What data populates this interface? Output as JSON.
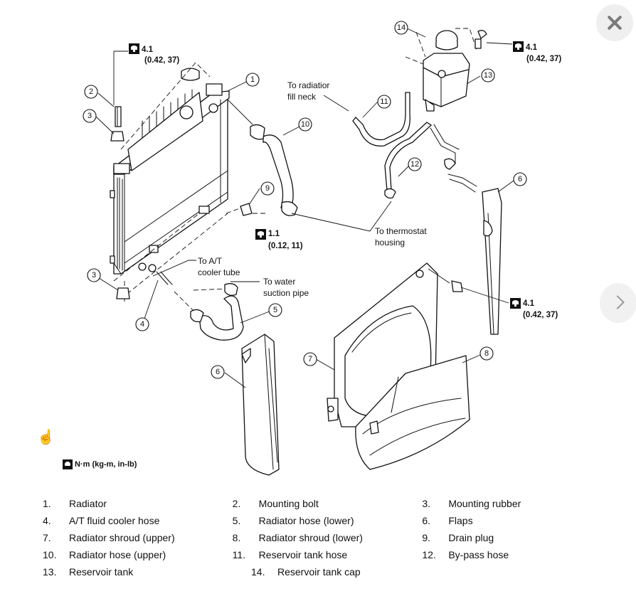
{
  "callouts": [
    "1",
    "2",
    "3",
    "3",
    "4",
    "5",
    "6",
    "6",
    "7",
    "8",
    "9",
    "10",
    "11",
    "12",
    "13",
    "14"
  ],
  "annotations": {
    "fill_neck": [
      "To radiatior",
      "fill neck"
    ],
    "thermostat": [
      "To thermostat",
      "housing"
    ],
    "at_cooler": [
      "To A/T",
      "cooler tube"
    ],
    "water_suction": [
      "To water",
      "suction pipe"
    ]
  },
  "torques": {
    "radiator_bolt": {
      "value": "4.1",
      "detail": "(0.42, 37)"
    },
    "tank_bolt": {
      "value": "4.1",
      "detail": "(0.42, 37)"
    },
    "drain_plug": {
      "value": "1.1",
      "detail": "(0.12, 11)"
    },
    "shroud_bolt": {
      "value": "4.1",
      "detail": "(0.42, 37)"
    }
  },
  "torque_legend": "N·m (kg-m, in-lb)",
  "legend": [
    [
      {
        "num": "1.",
        "label": "Radiator"
      },
      {
        "num": "2.",
        "label": "Mounting bolt"
      },
      {
        "num": "3.",
        "label": "Mounting rubber"
      }
    ],
    [
      {
        "num": "4.",
        "label": "A/T fluid cooler hose"
      },
      {
        "num": "5.",
        "label": "Radiator hose (lower)"
      },
      {
        "num": "6.",
        "label": "Flaps"
      }
    ],
    [
      {
        "num": "7.",
        "label": "Radiator shroud (upper)"
      },
      {
        "num": "8.",
        "label": "Radiator shroud (lower)"
      },
      {
        "num": "9.",
        "label": "Drain plug"
      }
    ],
    [
      {
        "num": "10.",
        "label": "Radiator hose (upper)"
      },
      {
        "num": "11.",
        "label": "Reservoir tank hose"
      },
      {
        "num": "12.",
        "label": "By-pass hose"
      }
    ],
    [
      {
        "num": "13.",
        "label": "Reservoir tank"
      },
      {
        "num": "14.",
        "label": "Reservoir tank cap"
      },
      {
        "num": "",
        "label": ""
      }
    ]
  ],
  "icons": {
    "close": "close-icon",
    "next": "chevron-right-icon",
    "cursor": "hand-pointer-icon",
    "torque": "torque-wrench-icon"
  }
}
